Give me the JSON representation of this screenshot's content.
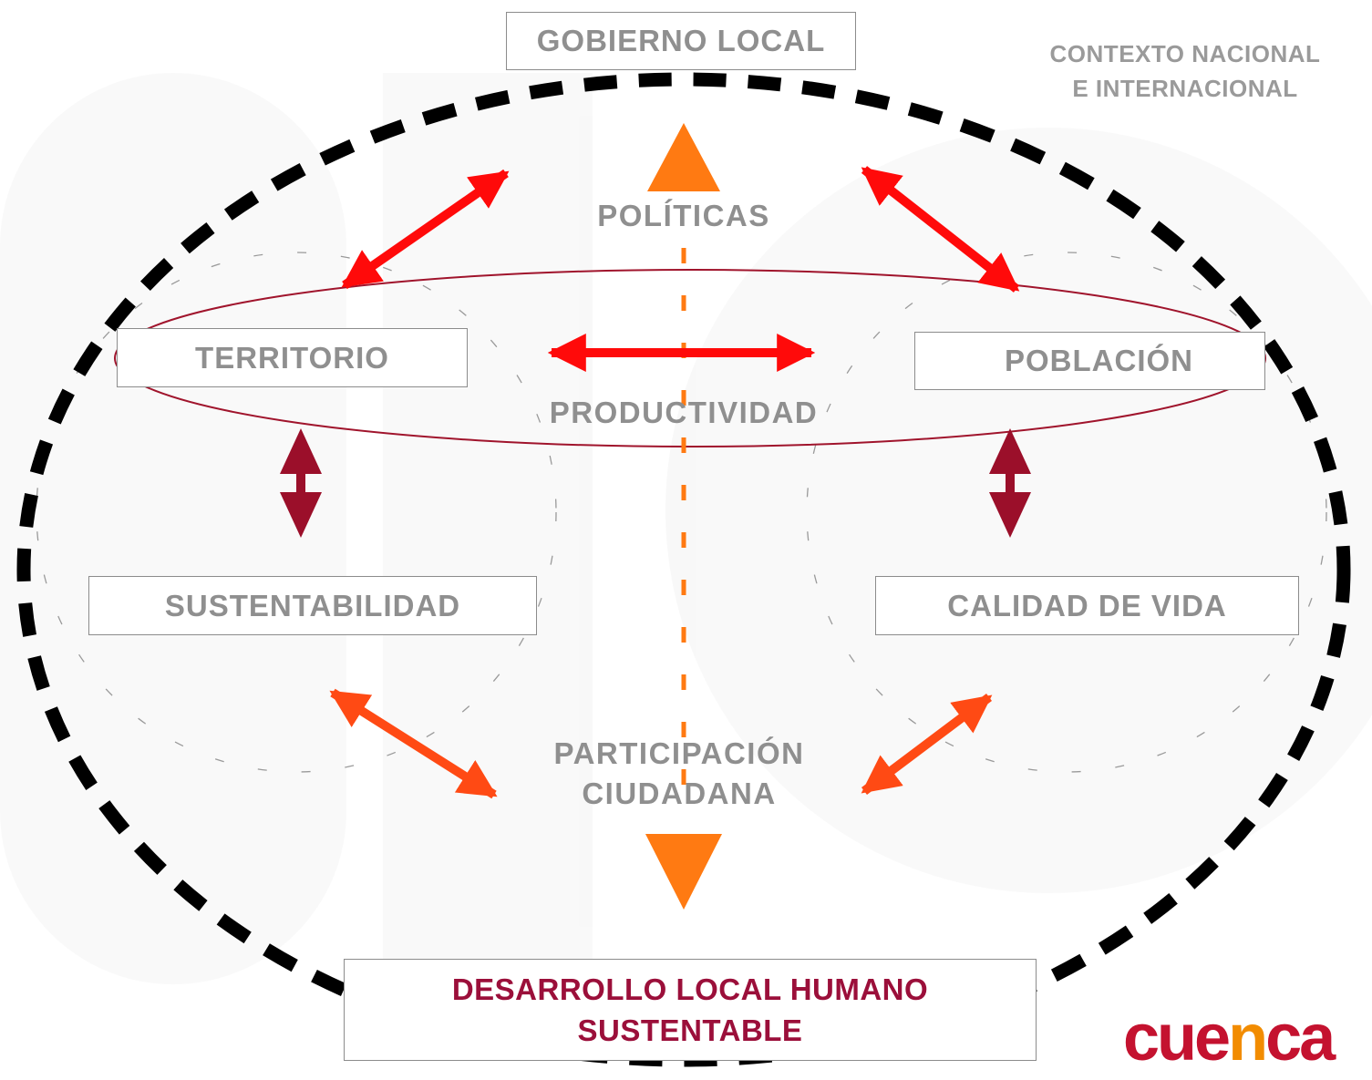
{
  "nodes": {
    "gobierno_local": "GOBIERNO LOCAL",
    "territorio": "TERRITORIO",
    "poblacion": "POBLACIÓN",
    "sustentabilidad": "SUSTENTABILIDAD",
    "calidad_de_vida": "CALIDAD DE VIDA",
    "desarrollo": {
      "line1": "DESARROLLO LOCAL HUMANO",
      "line2": "SUSTENTABLE"
    }
  },
  "labels": {
    "politicas": "POLÍTICAS",
    "productividad": "PRODUCTIVIDAD",
    "participacion": {
      "line1": "PARTICIPACIÓN",
      "line2": "CIUDADANA"
    }
  },
  "context": {
    "line1": "CONTEXTO NACIONAL",
    "line2": "E INTERNACIONAL"
  },
  "logo": {
    "prefix": "cue",
    "accent": "n",
    "suffix": "ca"
  },
  "colors": {
    "red_arrow": "#ff0a0a",
    "dark_red_arrow": "#9b0f2a",
    "orange_red_arrow": "#ff4a14",
    "orange_axis": "#ff7a12",
    "dashed_border": "#000000",
    "ellipse_stroke": "#a0142c",
    "title_red": "#9b0f3a"
  }
}
